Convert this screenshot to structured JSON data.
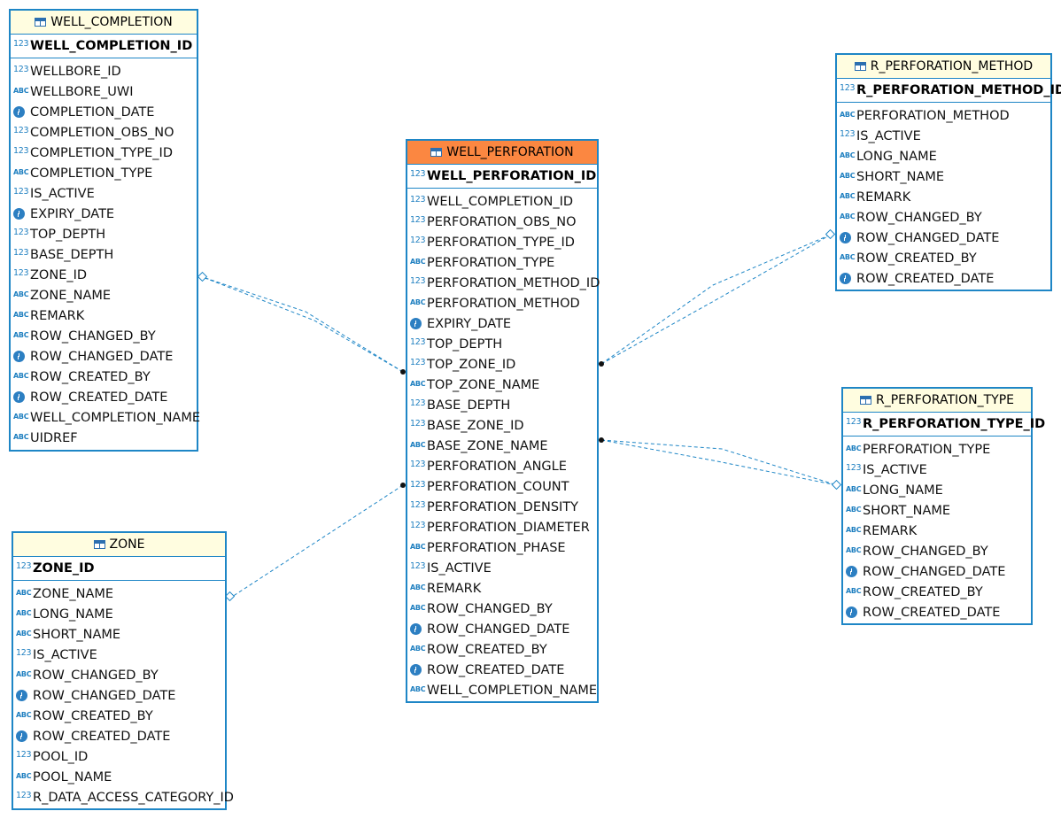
{
  "colors": {
    "border": "#1e86c6",
    "header": "#fffde0",
    "selected_header": "#fb8741",
    "type_icon": "#1e7fc0"
  },
  "type_icons": {
    "num": "123",
    "str": "ABC",
    "date": "clock-icon"
  },
  "entities": {
    "well_completion": {
      "name": "WELL_COMPLETION",
      "pk": "WELL_COMPLETION_ID",
      "pk_type": "num",
      "columns": [
        {
          "name": "WELLBORE_ID",
          "type": "num"
        },
        {
          "name": "WELLBORE_UWI",
          "type": "str"
        },
        {
          "name": "COMPLETION_DATE",
          "type": "date"
        },
        {
          "name": "COMPLETION_OBS_NO",
          "type": "num"
        },
        {
          "name": "COMPLETION_TYPE_ID",
          "type": "num"
        },
        {
          "name": "COMPLETION_TYPE",
          "type": "str"
        },
        {
          "name": "IS_ACTIVE",
          "type": "num"
        },
        {
          "name": "EXPIRY_DATE",
          "type": "date"
        },
        {
          "name": "TOP_DEPTH",
          "type": "num"
        },
        {
          "name": "BASE_DEPTH",
          "type": "num"
        },
        {
          "name": "ZONE_ID",
          "type": "num"
        },
        {
          "name": "ZONE_NAME",
          "type": "str"
        },
        {
          "name": "REMARK",
          "type": "str"
        },
        {
          "name": "ROW_CHANGED_BY",
          "type": "str"
        },
        {
          "name": "ROW_CHANGED_DATE",
          "type": "date"
        },
        {
          "name": "ROW_CREATED_BY",
          "type": "str"
        },
        {
          "name": "ROW_CREATED_DATE",
          "type": "date"
        },
        {
          "name": "WELL_COMPLETION_NAME",
          "type": "str"
        },
        {
          "name": "UIDREF",
          "type": "str"
        }
      ]
    },
    "zone": {
      "name": "ZONE",
      "pk": "ZONE_ID",
      "pk_type": "num",
      "columns": [
        {
          "name": "ZONE_NAME",
          "type": "str"
        },
        {
          "name": "LONG_NAME",
          "type": "str"
        },
        {
          "name": "SHORT_NAME",
          "type": "str"
        },
        {
          "name": "IS_ACTIVE",
          "type": "num"
        },
        {
          "name": "ROW_CHANGED_BY",
          "type": "str"
        },
        {
          "name": "ROW_CHANGED_DATE",
          "type": "date"
        },
        {
          "name": "ROW_CREATED_BY",
          "type": "str"
        },
        {
          "name": "ROW_CREATED_DATE",
          "type": "date"
        },
        {
          "name": "POOL_ID",
          "type": "num"
        },
        {
          "name": "POOL_NAME",
          "type": "str"
        },
        {
          "name": "R_DATA_ACCESS_CATEGORY_ID",
          "type": "num"
        }
      ]
    },
    "well_perforation": {
      "name": "WELL_PERFORATION",
      "pk": "WELL_PERFORATION_ID",
      "pk_type": "num",
      "columns": [
        {
          "name": "WELL_COMPLETION_ID",
          "type": "num"
        },
        {
          "name": "PERFORATION_OBS_NO",
          "type": "num"
        },
        {
          "name": "PERFORATION_TYPE_ID",
          "type": "num"
        },
        {
          "name": "PERFORATION_TYPE",
          "type": "str"
        },
        {
          "name": "PERFORATION_METHOD_ID",
          "type": "num"
        },
        {
          "name": "PERFORATION_METHOD",
          "type": "str"
        },
        {
          "name": "EXPIRY_DATE",
          "type": "date"
        },
        {
          "name": "TOP_DEPTH",
          "type": "num"
        },
        {
          "name": "TOP_ZONE_ID",
          "type": "num"
        },
        {
          "name": "TOP_ZONE_NAME",
          "type": "str"
        },
        {
          "name": "BASE_DEPTH",
          "type": "num"
        },
        {
          "name": "BASE_ZONE_ID",
          "type": "num"
        },
        {
          "name": "BASE_ZONE_NAME",
          "type": "str"
        },
        {
          "name": "PERFORATION_ANGLE",
          "type": "num"
        },
        {
          "name": "PERFORATION_COUNT",
          "type": "num"
        },
        {
          "name": "PERFORATION_DENSITY",
          "type": "num"
        },
        {
          "name": "PERFORATION_DIAMETER",
          "type": "num"
        },
        {
          "name": "PERFORATION_PHASE",
          "type": "str"
        },
        {
          "name": "IS_ACTIVE",
          "type": "num"
        },
        {
          "name": "REMARK",
          "type": "str"
        },
        {
          "name": "ROW_CHANGED_BY",
          "type": "str"
        },
        {
          "name": "ROW_CHANGED_DATE",
          "type": "date"
        },
        {
          "name": "ROW_CREATED_BY",
          "type": "str"
        },
        {
          "name": "ROW_CREATED_DATE",
          "type": "date"
        },
        {
          "name": "WELL_COMPLETION_NAME",
          "type": "str"
        }
      ]
    },
    "r_perforation_method": {
      "name": "R_PERFORATION_METHOD",
      "pk": "R_PERFORATION_METHOD_ID",
      "pk_type": "num",
      "columns": [
        {
          "name": "PERFORATION_METHOD",
          "type": "str"
        },
        {
          "name": "IS_ACTIVE",
          "type": "num"
        },
        {
          "name": "LONG_NAME",
          "type": "str"
        },
        {
          "name": "SHORT_NAME",
          "type": "str"
        },
        {
          "name": "REMARK",
          "type": "str"
        },
        {
          "name": "ROW_CHANGED_BY",
          "type": "str"
        },
        {
          "name": "ROW_CHANGED_DATE",
          "type": "date"
        },
        {
          "name": "ROW_CREATED_BY",
          "type": "str"
        },
        {
          "name": "ROW_CREATED_DATE",
          "type": "date"
        }
      ]
    },
    "r_perforation_type": {
      "name": "R_PERFORATION_TYPE",
      "pk": "R_PERFORATION_TYPE_ID",
      "pk_type": "num",
      "columns": [
        {
          "name": "PERFORATION_TYPE",
          "type": "str"
        },
        {
          "name": "IS_ACTIVE",
          "type": "num"
        },
        {
          "name": "LONG_NAME",
          "type": "str"
        },
        {
          "name": "SHORT_NAME",
          "type": "str"
        },
        {
          "name": "REMARK",
          "type": "str"
        },
        {
          "name": "ROW_CHANGED_BY",
          "type": "str"
        },
        {
          "name": "ROW_CHANGED_DATE",
          "type": "date"
        },
        {
          "name": "ROW_CREATED_BY",
          "type": "str"
        },
        {
          "name": "ROW_CREATED_DATE",
          "type": "date"
        }
      ]
    }
  },
  "relationships": [
    {
      "from": "well_perforation",
      "to": "well_completion"
    },
    {
      "from": "well_perforation",
      "to": "zone"
    },
    {
      "from": "well_perforation",
      "to": "r_perforation_method"
    },
    {
      "from": "well_perforation",
      "to": "r_perforation_type"
    }
  ]
}
